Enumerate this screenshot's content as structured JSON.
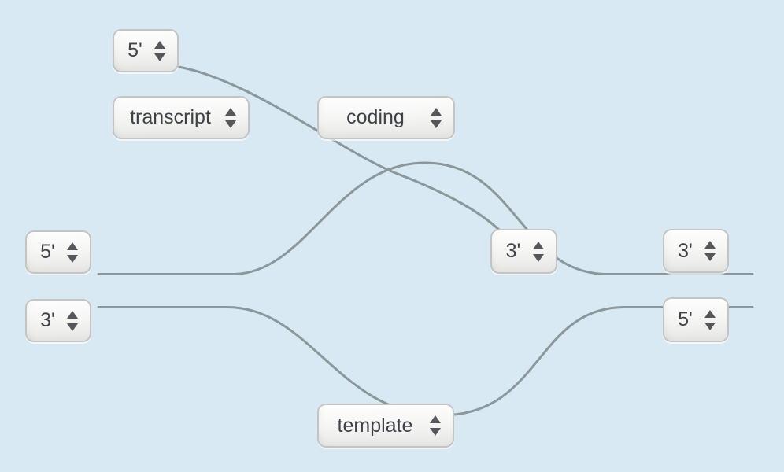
{
  "colors": {
    "background": "#d8e9f3",
    "strand_line": "#8b979b",
    "select_text": "#3f4347",
    "arrow": "#55575a"
  },
  "selects": [
    {
      "name": "transcript-5-end",
      "value": "5'"
    },
    {
      "name": "transcript-strand-label",
      "value": "transcript"
    },
    {
      "name": "coding-strand-label",
      "value": "coding"
    },
    {
      "name": "dna-top-left-end",
      "value": "5'"
    },
    {
      "name": "dna-bottom-left-end",
      "value": "3'"
    },
    {
      "name": "transcript-3-end",
      "value": "3'"
    },
    {
      "name": "dna-top-right-end",
      "value": "3'"
    },
    {
      "name": "dna-bottom-right-end",
      "value": "5'"
    },
    {
      "name": "template-strand-label",
      "value": "template"
    }
  ]
}
